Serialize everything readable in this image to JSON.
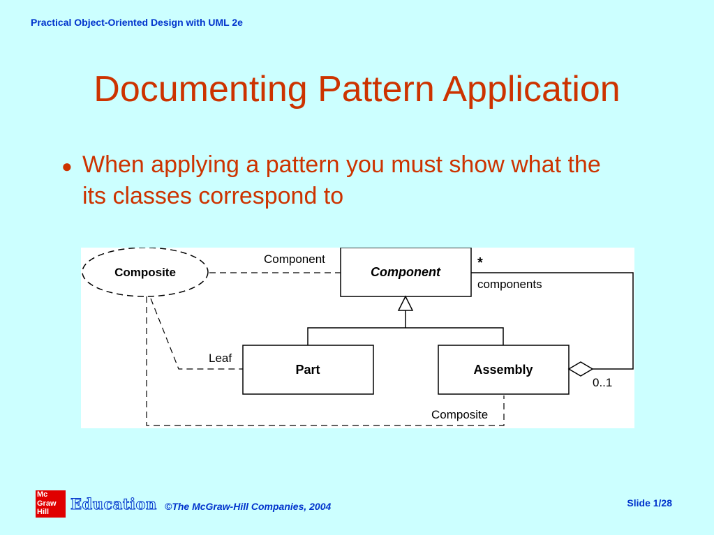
{
  "header": {
    "course_title": "Practical Object-Oriented Design with UML 2e"
  },
  "slide": {
    "title": "Documenting Pattern Application",
    "bullet_marker": "●",
    "bullets": [
      "When applying a pattern you must show what the its classes correspond to"
    ]
  },
  "diagram": {
    "collaboration": "Composite",
    "classes": {
      "component": "Component",
      "part": "Part",
      "assembly": "Assembly"
    },
    "role_labels": {
      "component": "Component",
      "leaf": "Leaf",
      "composite": "Composite"
    },
    "association": {
      "multiplicity_many": "*",
      "role_name": "components",
      "multiplicity_opt": "0..1"
    }
  },
  "footer": {
    "logo_lines": [
      "Mc",
      "Graw",
      "Hill"
    ],
    "education": "Education",
    "copyright": "©The McGraw-Hill Companies, 2004",
    "slide_number": "Slide 1/28"
  }
}
